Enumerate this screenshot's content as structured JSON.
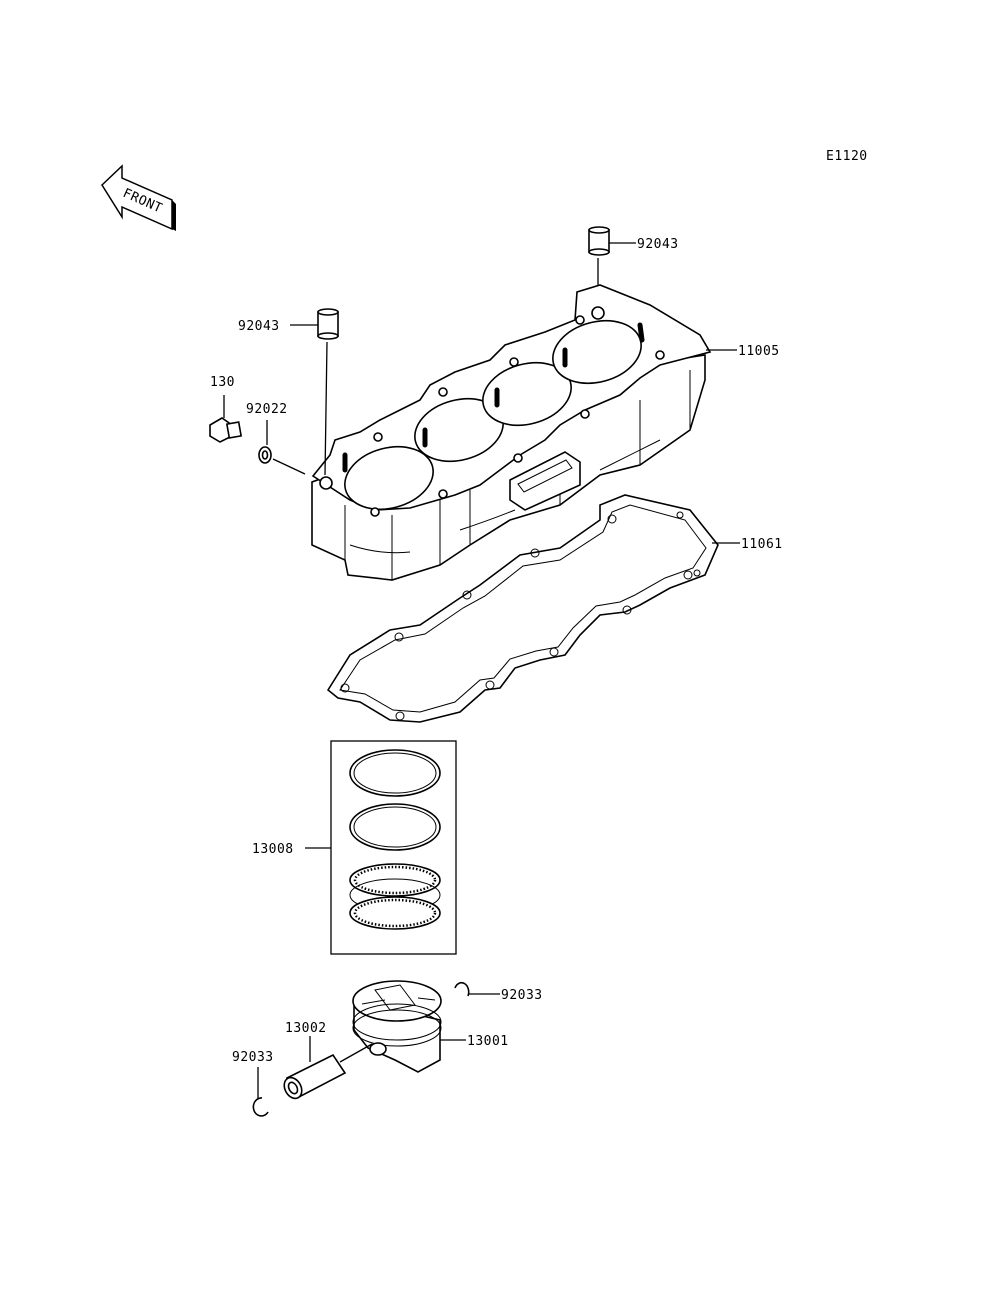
{
  "diagram_code": "E1120",
  "front_marker": "FRONT",
  "parts": [
    {
      "key": "pin_top",
      "number": "92043"
    },
    {
      "key": "cylinder",
      "number": "11005"
    },
    {
      "key": "pin_left",
      "number": "92043"
    },
    {
      "key": "bolt",
      "number": "130"
    },
    {
      "key": "washer",
      "number": "92022"
    },
    {
      "key": "gasket",
      "number": "11061"
    },
    {
      "key": "ring_set",
      "number": "13008"
    },
    {
      "key": "circlip_right",
      "number": "92033"
    },
    {
      "key": "piston",
      "number": "13001"
    },
    {
      "key": "piston_pin",
      "number": "13002"
    },
    {
      "key": "circlip_left",
      "number": "92033"
    }
  ]
}
